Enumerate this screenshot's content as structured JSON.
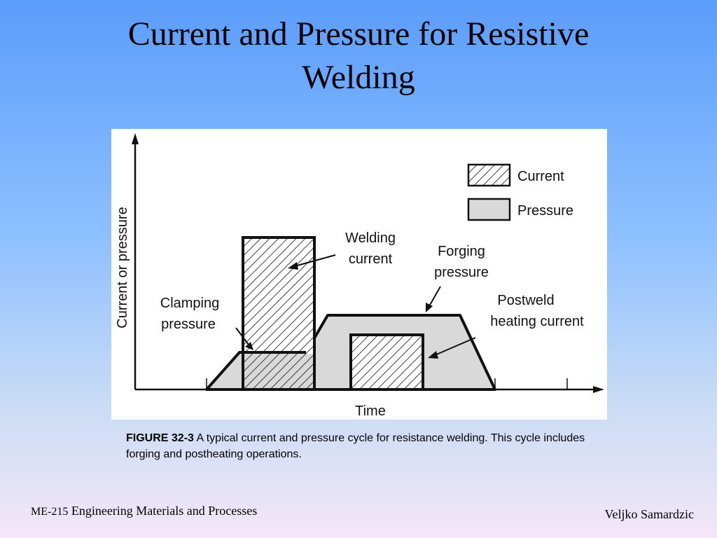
{
  "slide": {
    "title_line1": "Current and Pressure for Resistive",
    "title_line2": "Welding"
  },
  "figure": {
    "y_axis_label": "Current or pressure",
    "x_axis_label": "Time",
    "legend": {
      "current": "Current",
      "pressure": "Pressure"
    },
    "annotations": {
      "welding_current_1": "Welding",
      "welding_current_2": "current",
      "forging_pressure_1": "Forging",
      "forging_pressure_2": "pressure",
      "clamping_pressure_1": "Clamping",
      "clamping_pressure_2": "pressure",
      "postweld_1": "Postweld",
      "postweld_2": "heating current"
    },
    "colors": {
      "pressure_fill": "#d9d9d9",
      "outline": "#111111",
      "background": "#ffffff"
    }
  },
  "caption": {
    "label": "FIGURE 32-3",
    "text": " A typical current and pressure cycle for resistance welding. This cycle includes forging and postheating operations."
  },
  "footer": {
    "course_code": "ME-215",
    "course_name": " Engineering Materials and Processes",
    "author": "Veljko Samardzic"
  }
}
